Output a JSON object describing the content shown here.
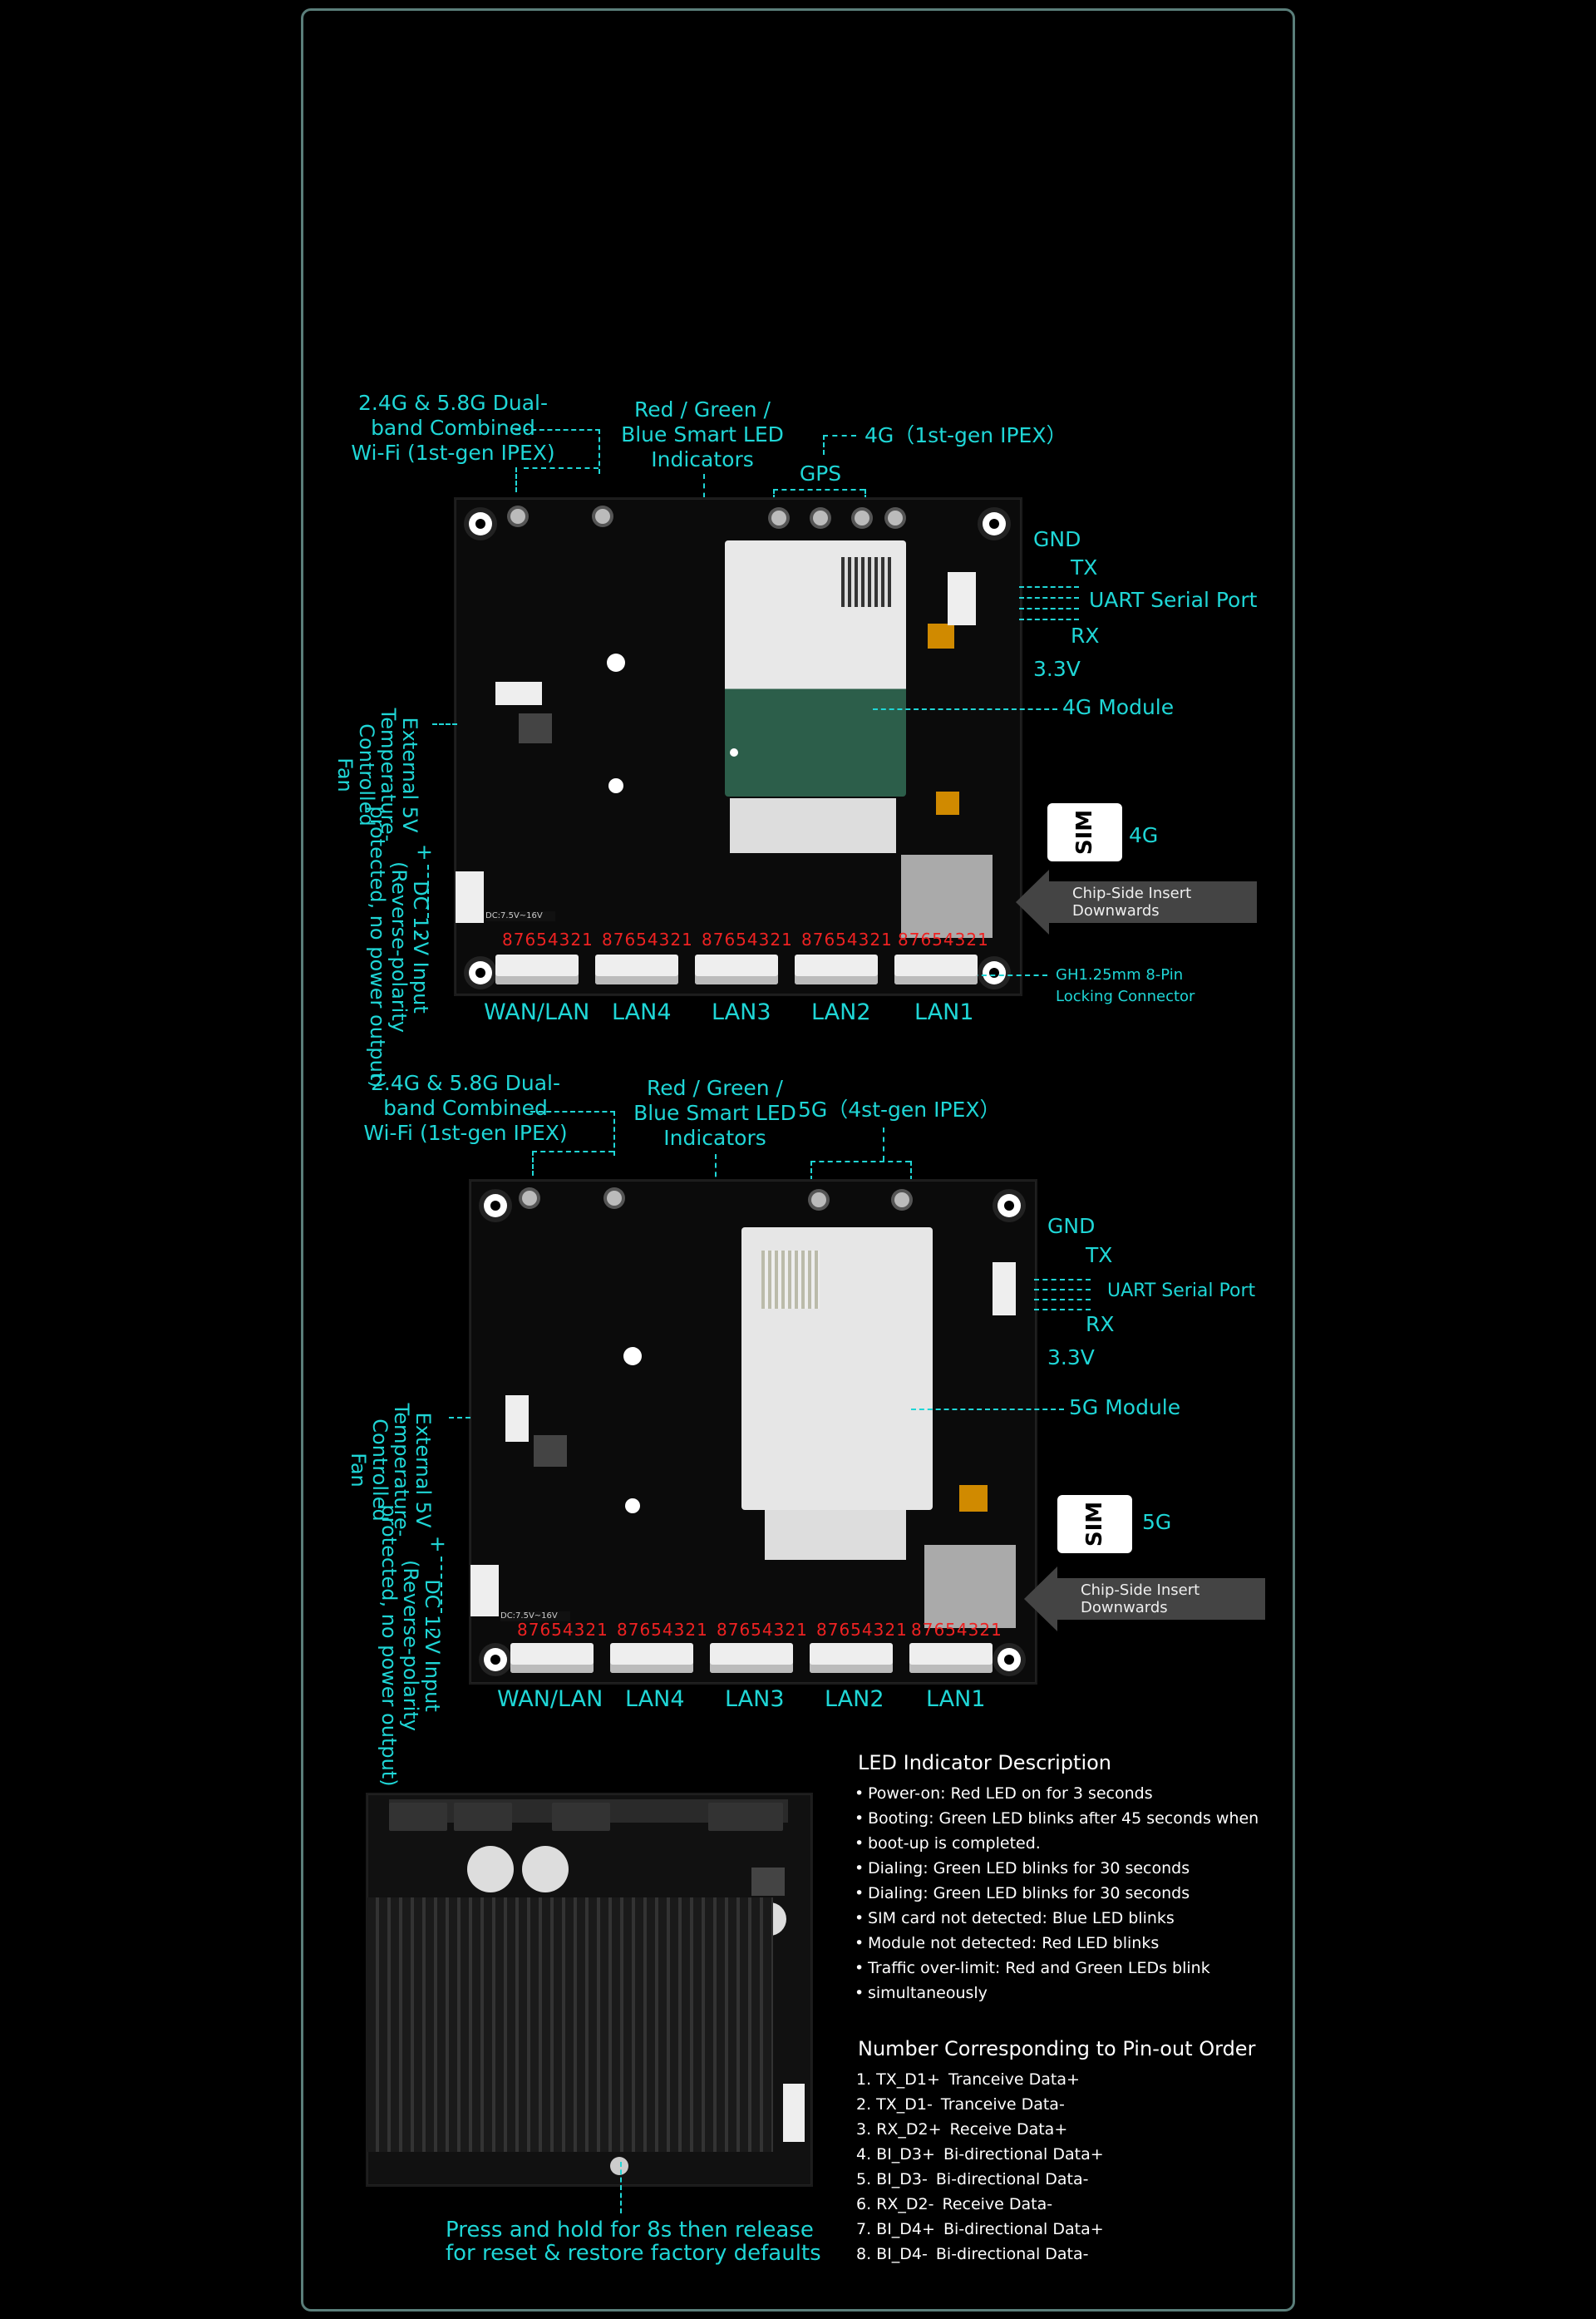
{
  "top_board": {
    "wifi": [
      "2.4G & 5.8G Dual-",
      "band Combined",
      "Wi-Fi (1st-gen IPEX)"
    ],
    "led": [
      "Red / Green /",
      "Blue Smart LED",
      "Indicators"
    ],
    "gps": "GPS",
    "cell_antenna": "4G（1st-gen IPEX）",
    "uart": {
      "gnd": "GND",
      "tx": "TX",
      "port": "UART Serial Port",
      "rx": "RX",
      "v33": "3.3V"
    },
    "module": "4G Module",
    "sim_text": "SIM",
    "sim_label": "4G",
    "insert": "Chip-Side Insert Downwards",
    "gh": [
      "GH1.25mm 8-Pin",
      "Locking Connector"
    ],
    "fan": [
      "External 5V",
      "Temperature-",
      "Controlled",
      "Fan"
    ],
    "dc": [
      "DC 12V Input",
      "(Reverse-polarity",
      "protected, no power output)"
    ],
    "plus": "+",
    "minus": "-",
    "dc_silk": "DC:7.5V~16V",
    "ports": [
      "WAN/LAN",
      "LAN4",
      "LAN3",
      "LAN2",
      "LAN1"
    ],
    "pins": "87654321"
  },
  "mid_board": {
    "wifi": [
      "2.4G & 5.8G Dual-",
      "band Combined",
      "Wi-Fi (1st-gen IPEX)"
    ],
    "led": [
      "Red / Green /",
      "Blue Smart LED",
      "Indicators"
    ],
    "cell_antenna": "5G（4st-gen IPEX）",
    "uart": {
      "gnd": "GND",
      "tx": "TX",
      "port": "UART Serial Port",
      "rx": "RX",
      "v33": "3.3V"
    },
    "module": "5G Module",
    "sim_text": "SIM",
    "sim_label": "5G",
    "insert": "Chip-Side Insert Downwards",
    "fan": [
      "External 5V",
      "Temperature-",
      "Controlled",
      "Fan"
    ],
    "dc": [
      "DC 12V Input",
      "(Reverse-polarity",
      "protected, no power output)"
    ],
    "plus": "+",
    "minus": "-",
    "dc_silk": "DC:7.5V~16V",
    "ports": [
      "WAN/LAN",
      "LAN4",
      "LAN3",
      "LAN2",
      "LAN1"
    ],
    "pins": "87654321"
  },
  "bottom": {
    "reset": [
      "Press and hold for 8s then release",
      "for reset & restore factory defaults"
    ],
    "led_title": "LED Indicator Description",
    "led_items": [
      "Power-on: Red LED on for 3 seconds",
      "Booting: Green LED blinks after 45 seconds when",
      "boot-up is completed.",
      "Dialing: Green LED blinks for 30 seconds",
      "Dialing: Green LED blinks for 30 seconds",
      "SIM card not detected: Blue LED blinks",
      "Module not detected: Red LED blinks",
      "Traffic over-limit: Red and Green LEDs blink",
      "simultaneously"
    ],
    "pin_title": "Number Corresponding to Pin-out Order",
    "pin_items": [
      {
        "pin": "1. TX_D1+",
        "desc": "Tranceive Data+"
      },
      {
        "pin": "2. TX_D1-",
        "desc": "Tranceive Data-"
      },
      {
        "pin": "3. RX_D2+",
        "desc": "Receive Data+"
      },
      {
        "pin": "4. BI_D3+",
        "desc": "Bi-directional Data+"
      },
      {
        "pin": "5. BI_D3-",
        "desc": "Bi-directional Data-"
      },
      {
        "pin": "6. RX_D2-",
        "desc": "Receive Data-"
      },
      {
        "pin": "7. BI_D4+",
        "desc": "Bi-directional Data+"
      },
      {
        "pin": "8. BI_D4-",
        "desc": "Bi-directional Data-"
      }
    ]
  },
  "colors": {
    "accent": "#1fd6d6",
    "pin_red": "#e22222",
    "bg": "#000000"
  }
}
